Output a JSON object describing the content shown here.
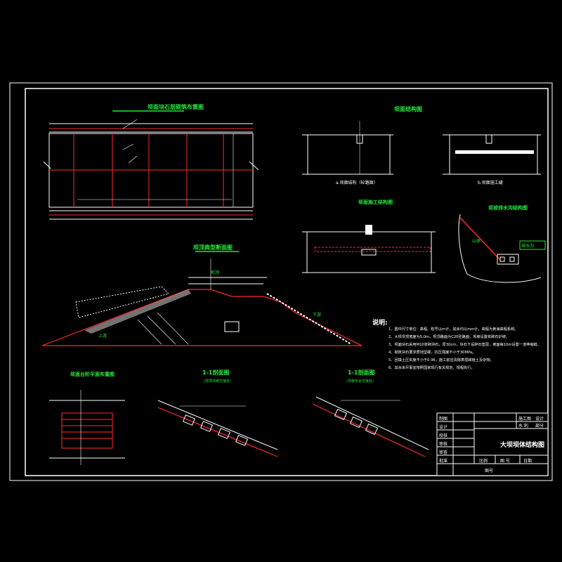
{
  "title_block": {
    "drawing_name": "大坝坝体结构图",
    "left_labels": [
      "制图",
      "设计",
      "校核",
      "审核",
      "审查",
      "批准"
    ],
    "right_top": [
      "施工图",
      "设计"
    ],
    "right_sub": [
      "水 利",
      "部分"
    ],
    "bottom_labels": [
      "比例",
      "图 号",
      "日期"
    ],
    "sheet_label": "图号"
  },
  "titles": {
    "t1": "坝面块石层砌筑布置图",
    "t2": "坝面结构图",
    "t3": "坝顶典型断面图",
    "t4": "坝面台阶平面布置图",
    "t5": "1-1剖面图",
    "t6": "1-1剖面图",
    "t7": "坝坡排水沟结构图",
    "t8": "坝面施工结构图"
  },
  "subtitles": {
    "s5": "(坝顶坝坡交接处)",
    "s6": "(坝坡平台交接处)"
  },
  "notes": {
    "heading": "说明:",
    "items": [
      "1、图中尺寸单位：高程、桩号以m计，其余均以mm计，高程为黄海高程系统。",
      "2、大坝坝顶宽度为5.0m，坝顶路面为C20砼路面，坝坡设置浆砌石护坡。",
      "3、坝面块石采用M10浆砌块石，厚30cm，块石下设碎石垫层，坡面每10m设置一道伸缩缝。",
      "4、砌筑块石要求质地坚硬，抗压强度不小于30MPa。",
      "5、回填土压实度不小于0.96，施工前应清除表层耕植土及杂物。",
      "6、其余未尽事宜按照国家现行有关规范、规程执行。"
    ]
  },
  "labels": {
    "crest": "坝顶",
    "upstream": "上游",
    "downstream": "下游",
    "detail_a": "a.坝面结构（砼路面）",
    "detail_b": "b.坝面施工缝",
    "ditch": "排水沟",
    "mountain": "山体"
  }
}
